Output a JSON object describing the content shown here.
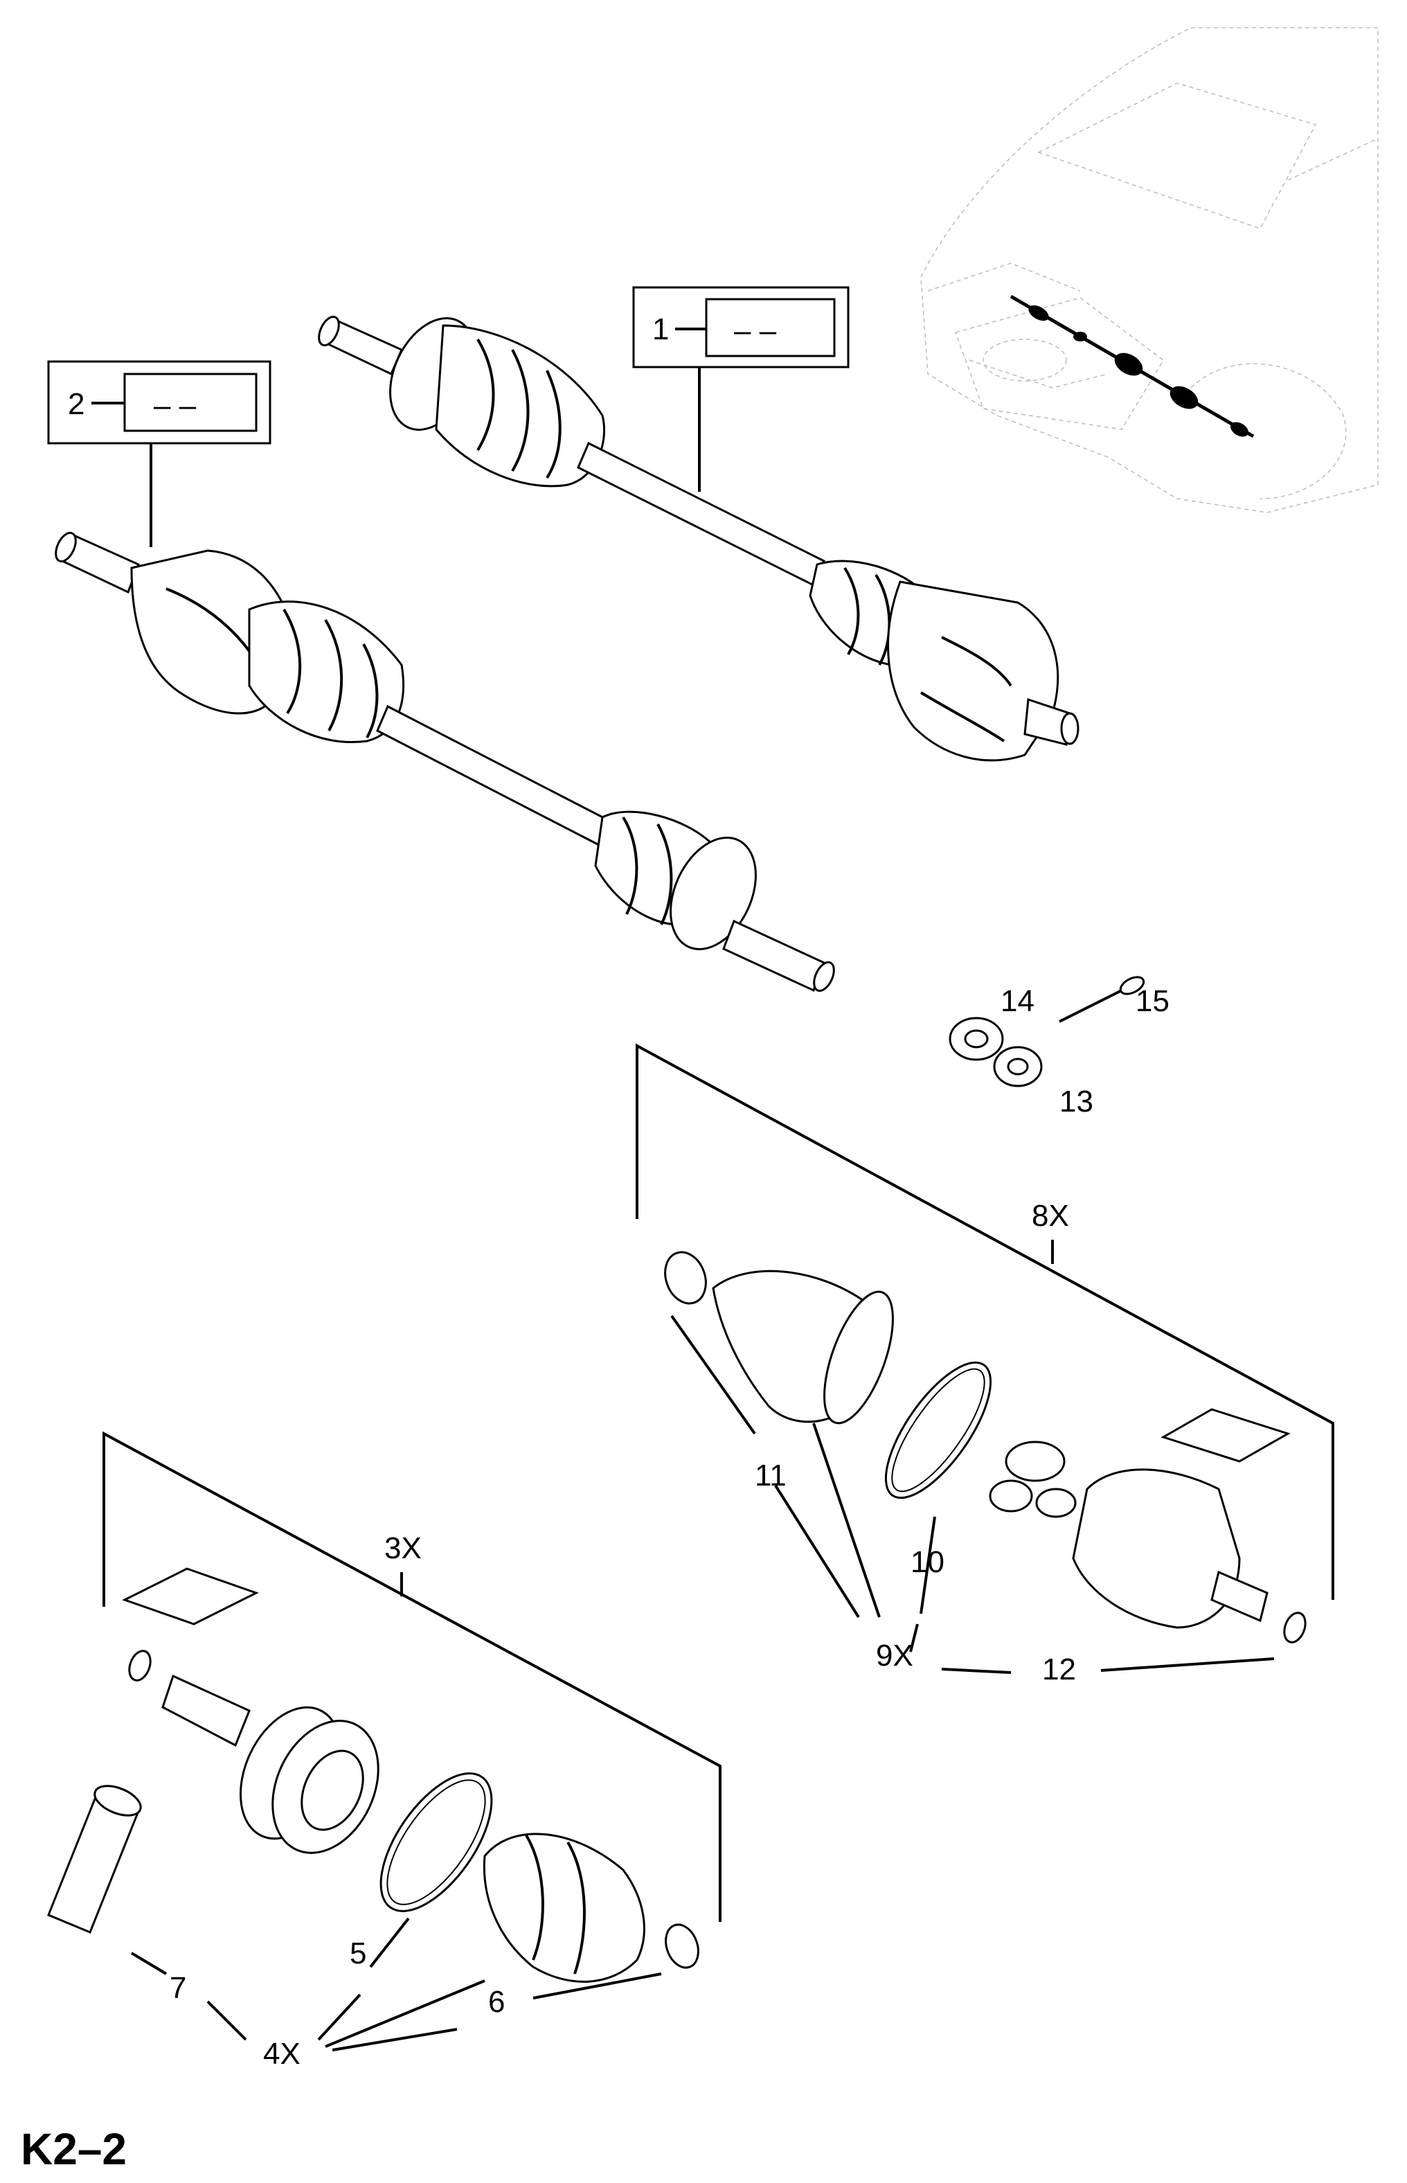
{
  "diagram": {
    "page_code": "K2–2",
    "box_labels": {
      "box1_number": "1",
      "box1_code": "– –",
      "box2_number": "2",
      "box2_code": "– –"
    },
    "callouts": {
      "c3x": "3X",
      "c4x": "4X",
      "c5": "5",
      "c6": "6",
      "c7": "7",
      "c8x": "8X",
      "c9x": "9X",
      "c10": "10",
      "c11": "11",
      "c12": "12",
      "c13": "13",
      "c14": "14",
      "c15": "15"
    }
  }
}
